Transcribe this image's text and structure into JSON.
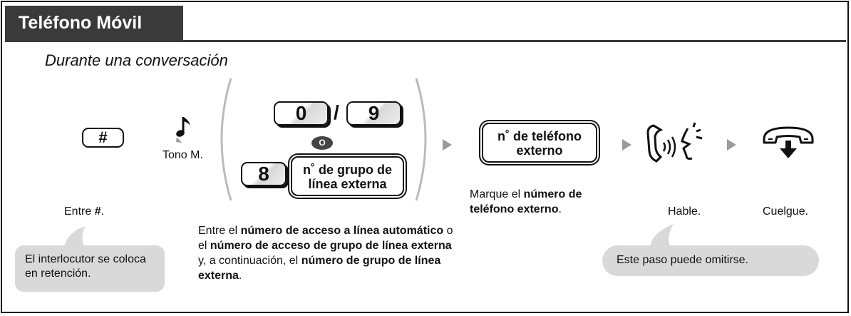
{
  "header": {
    "title": "Teléfono Móvil",
    "subtitle": "Durante una conversación"
  },
  "keys": {
    "hash": "#",
    "zero": "0",
    "slash": "/",
    "nine": "9",
    "or": "O",
    "eight": "8",
    "line_group_number": "n˚ de grupo de línea externa",
    "external_number": "n˚ de teléfono externo"
  },
  "labels": {
    "tone_m": "Tono M.",
    "enter_hash_prefix": "Entre ",
    "enter_hash_bold": "#",
    "enter_hash_suffix": ".",
    "line_access": {
      "p1": "Entre el ",
      "b1": "número de acceso a línea automático",
      "p2": " o el ",
      "b2": "número de acceso de grupo de línea externa",
      "p3": " y, a continuación, el ",
      "b3": "número de grupo de línea externa",
      "p4": "."
    },
    "dial_prefix": "Marque el ",
    "dial_bold": "número de teléfono externo",
    "dial_suffix": ".",
    "talk": "Hable.",
    "hang_up": "Cuelgue."
  },
  "notes": {
    "hold": "El interlocutor se coloca en retención.",
    "optional": "Este paso puede omitirse."
  },
  "colors": {
    "header_bg": "#3a3a3a",
    "bubble_bg": "#d9d9d9",
    "arrow": "#9a9a9a"
  }
}
